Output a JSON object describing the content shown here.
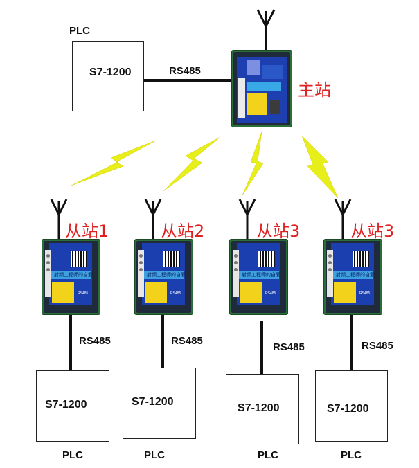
{
  "master": {
    "plc_caption": "PLC",
    "plc_name": "S7-1200",
    "link_label": "RS485",
    "station_label": "主站"
  },
  "slaves": [
    {
      "station_label": "从站1",
      "link_label": "RS485",
      "plc_name": "S7-1200",
      "plc_caption": "PLC"
    },
    {
      "station_label": "从站2",
      "link_label": "RS485",
      "plc_name": "S7-1200",
      "plc_caption": "PLC"
    },
    {
      "station_label": "从站3",
      "link_label": "RS485",
      "plc_name": "S7-1200",
      "plc_caption": "PLC"
    },
    {
      "station_label": "从站3",
      "link_label": "RS485",
      "plc_name": "S7-1200",
      "plc_caption": "PLC"
    }
  ],
  "device_panel_text": "射频工程师的自爱",
  "device_port_text": "RS485",
  "colors": {
    "label_red": "#e02020",
    "lightning": "#e6ef1a",
    "device_blue": "#1b3fae",
    "device_yellow": "#f2d21a"
  }
}
